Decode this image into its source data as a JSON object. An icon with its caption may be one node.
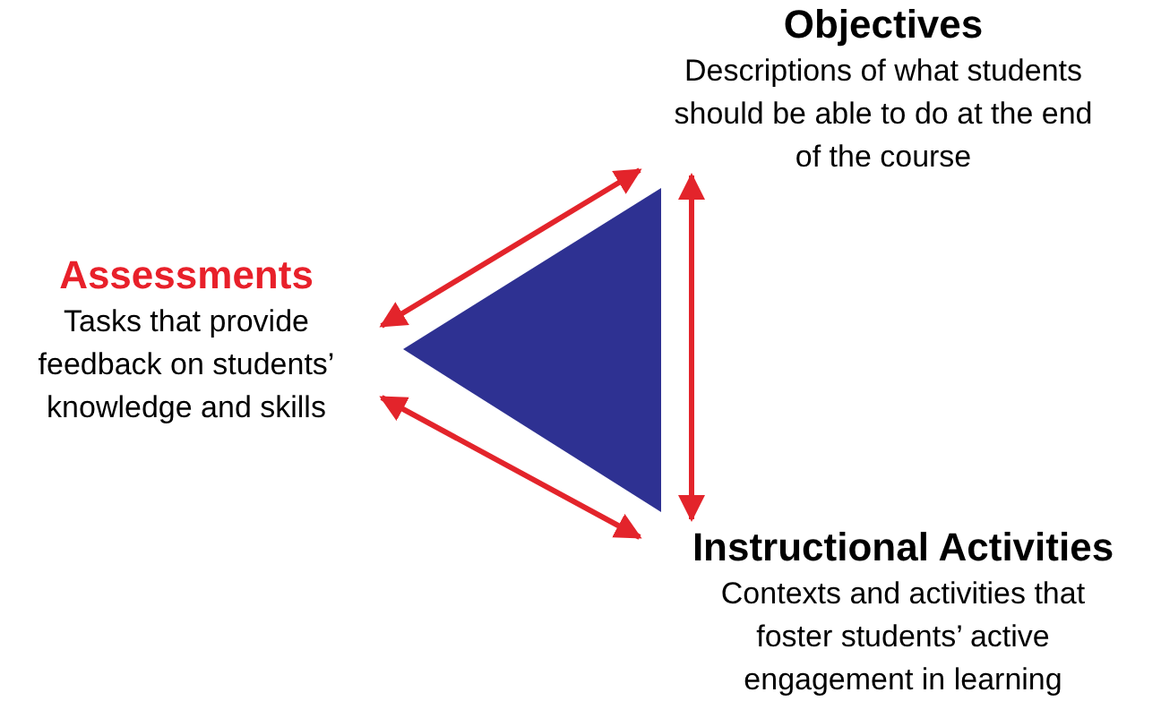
{
  "diagram": {
    "nodes": [
      {
        "text": [
          "Objectives",
          "Descriptions of what students should be able to do at the end of the course"
        ]
      },
      {
        "text": [
          "Assessments",
          "Tasks that provide feedback on students’ knowledge and skills"
        ]
      },
      {
        "text": [
          "Instructional Activities",
          "Contexts and activities that foster students’ active engagement in learning"
        ]
      },
      {
        "text": [],
        "shape": "triangle"
      }
    ],
    "edges": [
      {
        "from": 1,
        "to": 0,
        "arrow": "both"
      },
      {
        "from": 0,
        "to": 2,
        "arrow": "both"
      },
      {
        "from": 1,
        "to": 2,
        "arrow": "both"
      }
    ]
  }
}
